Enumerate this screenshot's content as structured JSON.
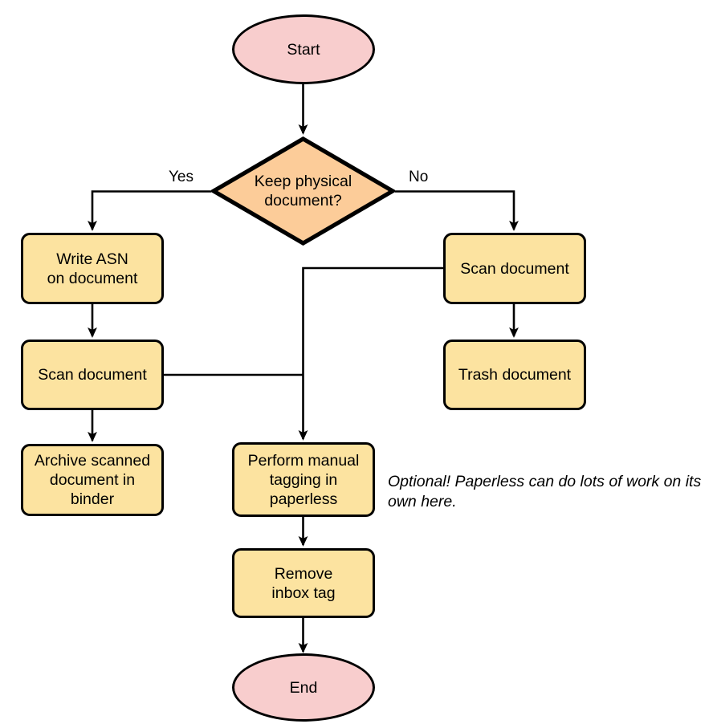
{
  "diagram": {
    "type": "flowchart",
    "title_text": "",
    "colors": {
      "process_fill": "#FCE3A0",
      "decision_fill": "#FCCC99",
      "terminator_fill": "#F8CDCD",
      "stroke": "#000000",
      "text": "#000000",
      "background": "#FFFFFF"
    },
    "nodes": [
      {
        "id": "start",
        "shape": "ellipse",
        "label": "Start"
      },
      {
        "id": "keep_physical",
        "shape": "diamond",
        "label": "Keep physical\ndocument?"
      },
      {
        "id": "write_asn",
        "shape": "rect",
        "label": "Write ASN\non document"
      },
      {
        "id": "scan_left",
        "shape": "rect",
        "label": "Scan document"
      },
      {
        "id": "archive",
        "shape": "rect",
        "label": "Archive scanned\ndocument in\nbinder"
      },
      {
        "id": "scan_right",
        "shape": "rect",
        "label": "Scan document"
      },
      {
        "id": "trash",
        "shape": "rect",
        "label": "Trash document"
      },
      {
        "id": "manual_tagging",
        "shape": "rect",
        "label": "Perform manual\ntagging in\npaperless"
      },
      {
        "id": "remove_inbox",
        "shape": "rect",
        "label": "Remove\ninbox tag"
      },
      {
        "id": "end",
        "shape": "ellipse",
        "label": "End"
      }
    ],
    "edges": [
      {
        "from": "start",
        "to": "keep_physical",
        "label": ""
      },
      {
        "from": "keep_physical",
        "to": "write_asn",
        "label": "Yes"
      },
      {
        "from": "keep_physical",
        "to": "scan_right",
        "label": "No"
      },
      {
        "from": "write_asn",
        "to": "scan_left",
        "label": ""
      },
      {
        "from": "scan_left",
        "to": "archive",
        "label": ""
      },
      {
        "from": "scan_left",
        "to": "manual_tagging",
        "label": ""
      },
      {
        "from": "scan_right",
        "to": "trash",
        "label": ""
      },
      {
        "from": "scan_right",
        "to": "manual_tagging",
        "label": ""
      },
      {
        "from": "manual_tagging",
        "to": "remove_inbox",
        "label": ""
      },
      {
        "from": "remove_inbox",
        "to": "end",
        "label": ""
      }
    ],
    "edge_labels": {
      "yes": "Yes",
      "no": "No"
    },
    "annotations": {
      "optional_note": "Optional! Paperless can do lots of work on its own here."
    }
  }
}
